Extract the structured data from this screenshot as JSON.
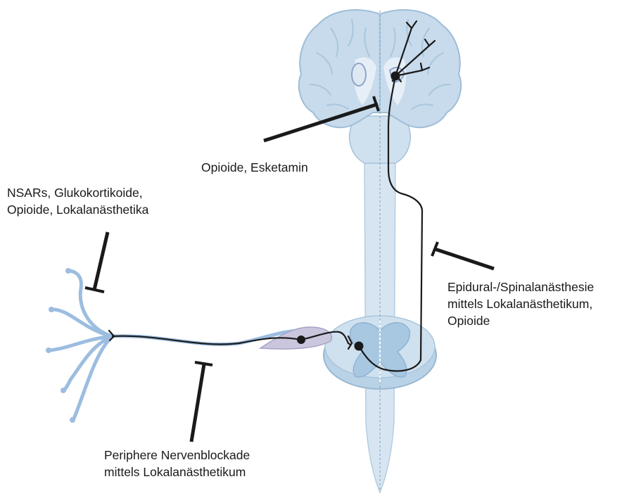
{
  "labels": {
    "central": {
      "line1": "Opioide, Esketamin"
    },
    "peripheral_sensitization": {
      "line1": "NSARs, Glukokortikoide,",
      "line2": "Opioide, Lokalanästhetika"
    },
    "spinal": {
      "line1": "Epidural-/Spinalanästhesie",
      "line2": "mittels Lokalanästhetikum,",
      "line3": "Opioide"
    },
    "nerve_block": {
      "line1": "Periphere Nervenblockade",
      "line2": "mittels Lokalanästhetikum"
    }
  },
  "colors": {
    "tissue_fill": "#cfe0ee",
    "tissue_stroke": "#9fbdd6",
    "spinal_cord_fill": "#d4e4f0",
    "nerve_blue": "#9cbde0",
    "neuron_black": "#1a1a1a",
    "ganglion_fill": "#c9c6de",
    "text": "#1a1a1a"
  }
}
